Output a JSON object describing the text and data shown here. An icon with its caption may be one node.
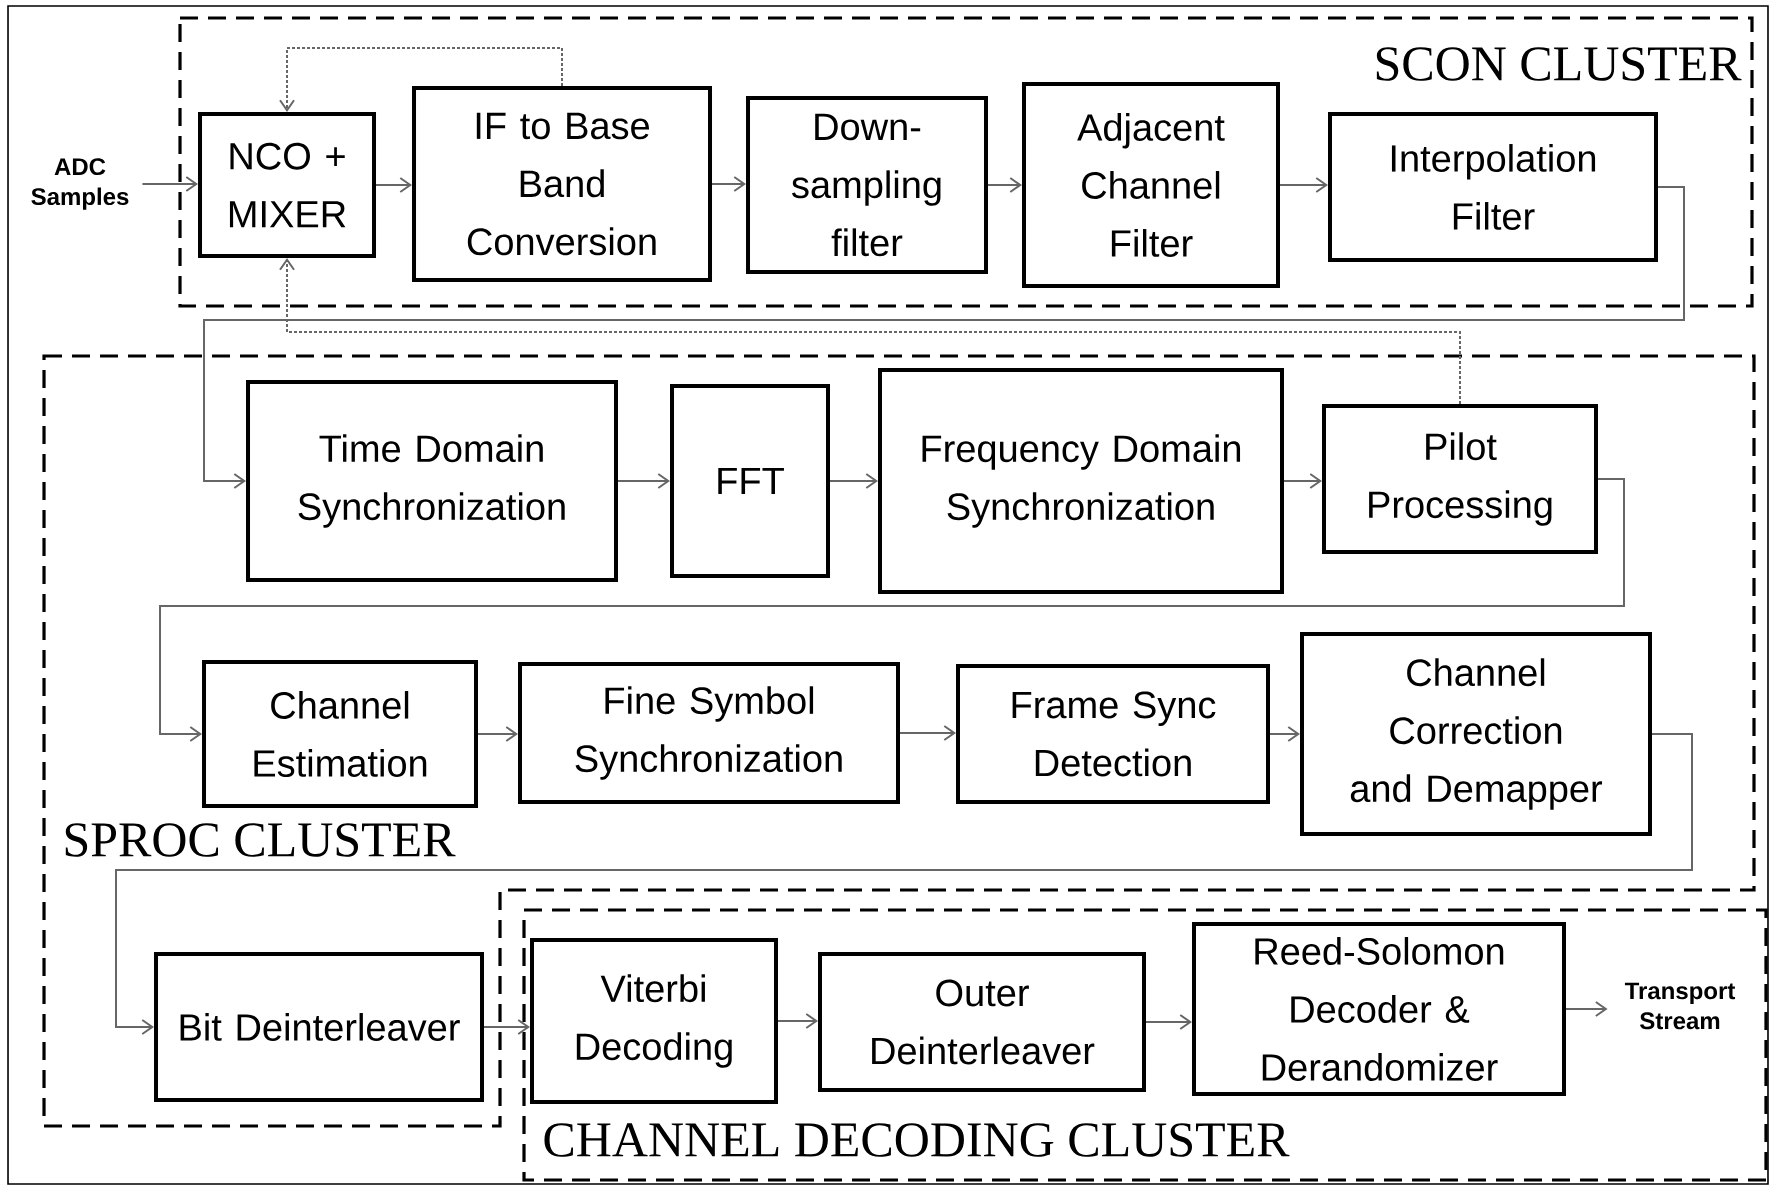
{
  "diagram": {
    "nodes": [
      {
        "text": [
          "SCON CLUSTER"
        ]
      },
      {
        "text": [
          "SPROC CLUSTER"
        ]
      },
      {
        "text": [
          "CHANNEL DECODING CLUSTER"
        ]
      },
      {
        "text": [
          "ADC Samples"
        ]
      },
      {
        "text": [
          "NCO + MIXER"
        ],
        "in": 0
      },
      {
        "text": [
          "IF to Base Band Conversion"
        ],
        "in": 0
      },
      {
        "text": [
          "Down- sampling filter"
        ],
        "in": 0
      },
      {
        "text": [
          "Adjacent Channel Filter"
        ],
        "in": 0
      },
      {
        "text": [
          "Interpolation Filter"
        ],
        "in": 0
      },
      {
        "text": [
          "Time Domain Synchronization"
        ],
        "in": 1
      },
      {
        "text": [
          "FFT"
        ],
        "in": 1
      },
      {
        "text": [
          "Frequency Domain Synchronization"
        ],
        "in": 1
      },
      {
        "text": [
          "Pilot Processing"
        ],
        "in": 1
      },
      {
        "text": [
          "Channel Estimation"
        ],
        "in": 1
      },
      {
        "text": [
          "Fine Symbol Synchronization"
        ],
        "in": 1
      },
      {
        "text": [
          "Frame Sync Detection"
        ],
        "in": 1
      },
      {
        "text": [
          "Channel Correction and Demapper"
        ],
        "in": 1
      },
      {
        "text": [
          "Bit Deinterleaver"
        ],
        "in": 1
      },
      {
        "text": [
          "Viterbi Decoding"
        ],
        "in": 2
      },
      {
        "text": [
          "Outer Deinterleaver"
        ],
        "in": 2
      },
      {
        "text": [
          "Reed-Solomon Decoder & Derandomizer"
        ],
        "in": 2
      },
      {
        "text": [
          "Transport Stream"
        ],
        "in": 2
      }
    ],
    "edges": [
      {
        "from": 3,
        "to": 4,
        "arrow": "to"
      },
      {
        "from": 4,
        "to": 5,
        "arrow": "to"
      },
      {
        "from": 5,
        "to": 4,
        "arrow": "to",
        "style": "dashed"
      },
      {
        "from": 5,
        "to": 6,
        "arrow": "to"
      },
      {
        "from": 6,
        "to": 7,
        "arrow": "to"
      },
      {
        "from": 7,
        "to": 8,
        "arrow": "to"
      },
      {
        "from": 8,
        "to": 9,
        "arrow": "to"
      },
      {
        "from": 9,
        "to": 10,
        "arrow": "to"
      },
      {
        "from": 10,
        "to": 11,
        "arrow": "to"
      },
      {
        "from": 11,
        "to": 12,
        "arrow": "to"
      },
      {
        "from": 12,
        "to": 4,
        "arrow": "to",
        "style": "dashed"
      },
      {
        "from": 12,
        "to": 13,
        "arrow": "to"
      },
      {
        "from": 13,
        "to": 14,
        "arrow": "to"
      },
      {
        "from": 14,
        "to": 15,
        "arrow": "to"
      },
      {
        "from": 15,
        "to": 16,
        "arrow": "to"
      },
      {
        "from": 16,
        "to": 17,
        "arrow": "to"
      },
      {
        "from": 17,
        "to": 18,
        "arrow": "to"
      },
      {
        "from": 18,
        "to": 19,
        "arrow": "to"
      },
      {
        "from": 19,
        "to": 20,
        "arrow": "to"
      },
      {
        "from": 20,
        "to": 21,
        "arrow": "to"
      }
    ]
  }
}
